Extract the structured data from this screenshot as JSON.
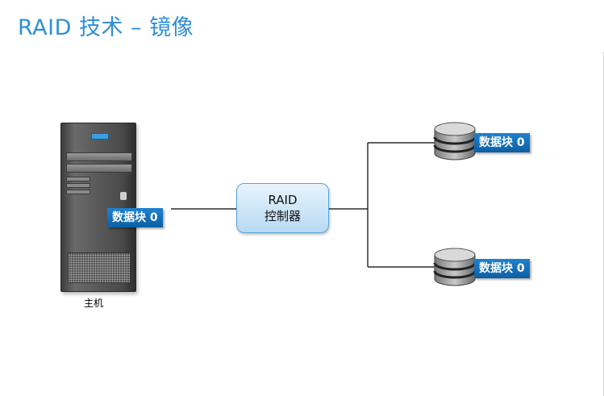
{
  "title": "RAID 技术 – 镜像",
  "host": {
    "label": "主机",
    "tag": "数据块 0"
  },
  "controller": {
    "line1": "RAID",
    "line2": "控制器"
  },
  "disks": [
    {
      "tag": "数据块 0"
    },
    {
      "tag": "数据块 0"
    }
  ],
  "colors": {
    "title": "#2f8fd3",
    "tag": "#1572bd",
    "controller": "#cfe7f8"
  }
}
